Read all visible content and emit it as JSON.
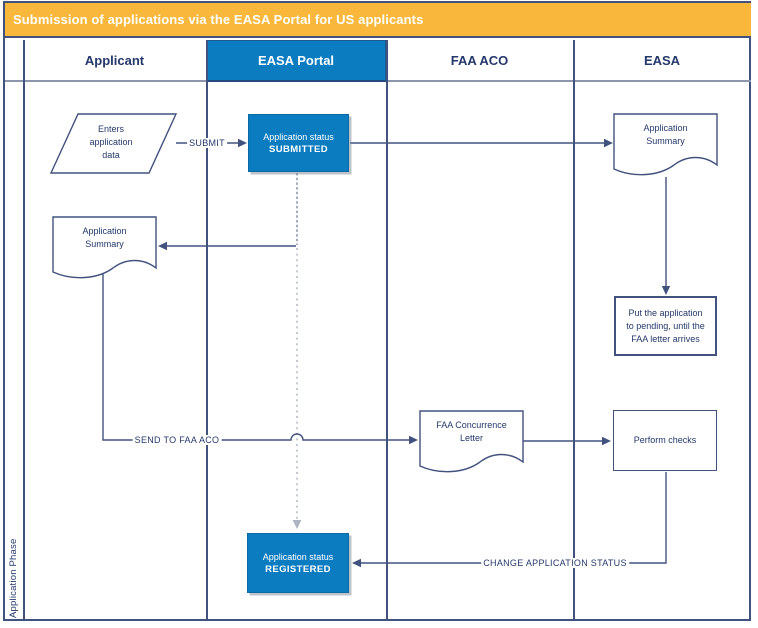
{
  "title": "Submission of applications via the EASA Portal for US applicants",
  "phase_label": "Application Phase",
  "lanes": [
    {
      "label": "Applicant",
      "highlighted": false
    },
    {
      "label": "EASA Portal",
      "highlighted": true
    },
    {
      "label": "FAA ACO",
      "highlighted": false
    },
    {
      "label": "EASA",
      "highlighted": false
    }
  ],
  "nodes": {
    "enters_data": {
      "shape": "parallelogram",
      "lane": "Applicant",
      "text": "Enters\napplication\ndata"
    },
    "status_submitted": {
      "shape": "process-highlighted",
      "lane": "EASA Portal",
      "line1": "Application status",
      "line2": "SUBMITTED"
    },
    "easa_summary": {
      "shape": "document",
      "lane": "EASA",
      "text": "Application\nSummary"
    },
    "applicant_summary": {
      "shape": "document",
      "lane": "Applicant",
      "text": "Application\nSummary"
    },
    "pending": {
      "shape": "process",
      "lane": "EASA",
      "text": "Put the application\nto pending, until the\nFAA letter arrives"
    },
    "faa_letter": {
      "shape": "document",
      "lane": "FAA ACO",
      "text": "FAA Concurrence\nLetter"
    },
    "perform_checks": {
      "shape": "process",
      "lane": "EASA",
      "text": "Perform checks"
    },
    "status_registered": {
      "shape": "process-highlighted",
      "lane": "EASA Portal",
      "line1": "Application status",
      "line2": "REGISTERED"
    }
  },
  "connector_labels": {
    "submit": "SUBMIT",
    "send_to_faa": "SEND TO FAA ACO",
    "change_status": "CHANGE APPLICATION STATUS"
  },
  "colors": {
    "title_bar_orange": "#F9B83B",
    "highlight_blue": "#0B7CC0",
    "line_navy": "#42527E",
    "text_navy": "#24386B",
    "dotted_gray": "#9BA4B8"
  }
}
